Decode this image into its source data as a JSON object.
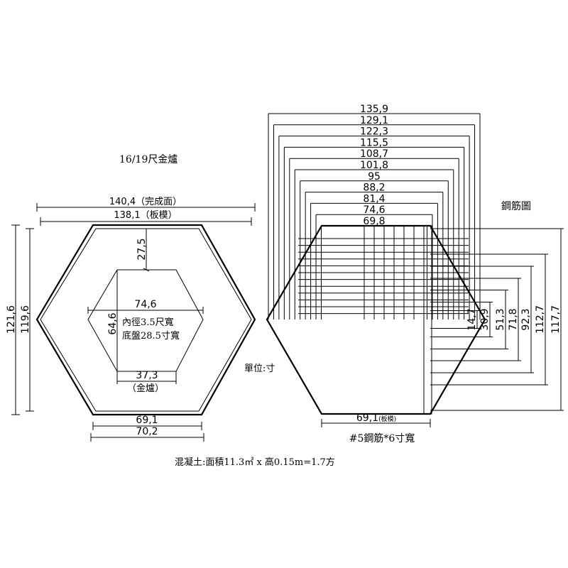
{
  "left": {
    "title": "16/19尺金爐",
    "finish_width": "140,4",
    "finish_width_note": "（完成面）",
    "form_width": "138,1",
    "form_width_note": "（板模）",
    "offset": "27,5",
    "inner_width": "74,6",
    "inner_height": "64,6",
    "inner_note_1": "內徑3.5尺寬",
    "inner_note_2": "底盤28.5寸寬",
    "inner_bottom": "37,3",
    "inner_bottom_note": "（金爐）",
    "height_outer": "121,6",
    "height_inner": "119,6",
    "bottom_inner": "69,1",
    "bottom_outer": "70,2"
  },
  "right": {
    "title": "鋼筋圖",
    "horizontal_dims": [
      "135,9",
      "129,1",
      "122,3",
      "115,5",
      "108,7",
      "101,8",
      "95",
      "88,2",
      "81,4",
      "74,6",
      "69,8"
    ],
    "vertical_dims": [
      "14,7",
      "30,9",
      "51,3",
      "71,8",
      "92,3",
      "112,7",
      "117,7"
    ],
    "bottom_width": "69,1",
    "bottom_width_note": "(板模)",
    "rebar_note": "#5鋼筋*6寸寬"
  },
  "unit_label": "單位:寸",
  "concrete_note": "混凝土:面積11.3㎡ x 高0.15m=1.7方"
}
